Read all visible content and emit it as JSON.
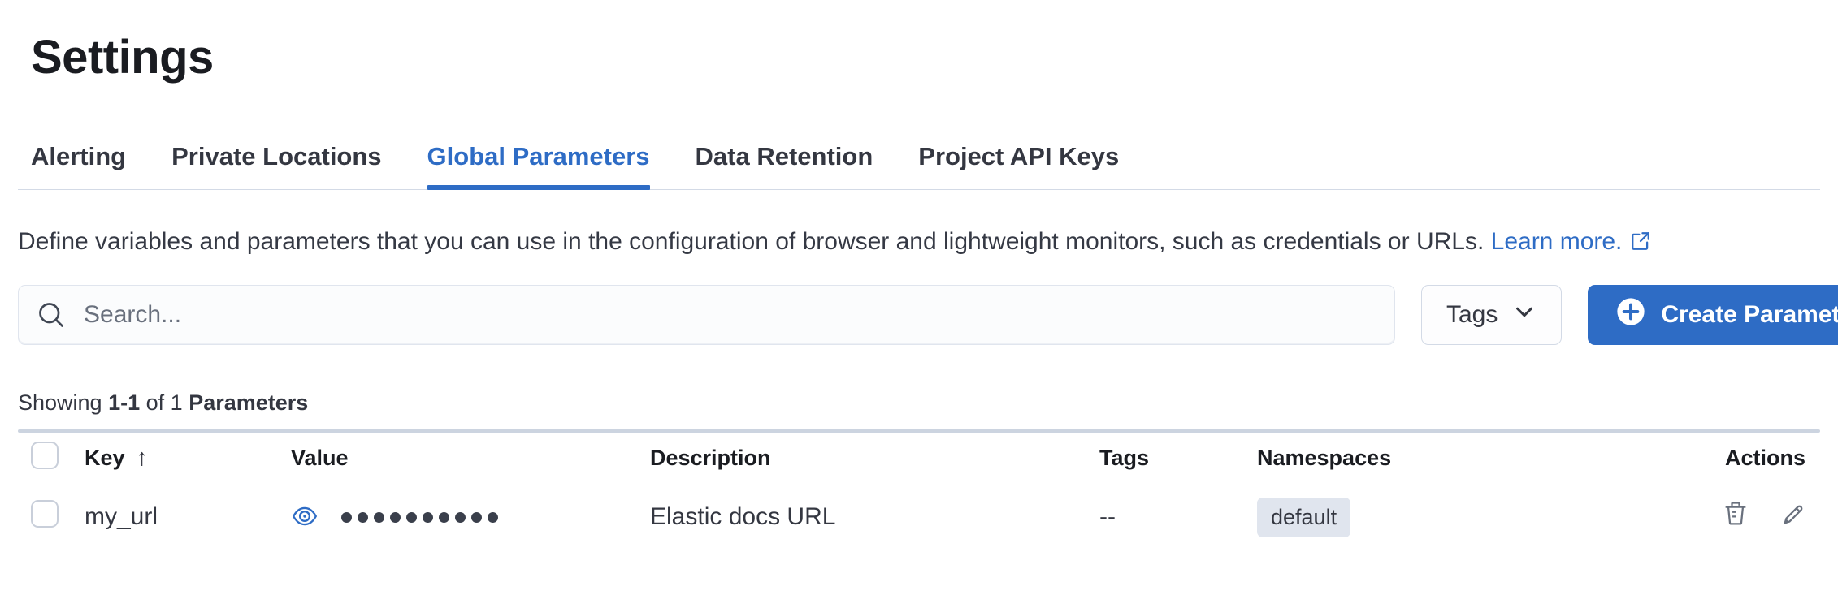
{
  "colors": {
    "accent": "#2e6cc5",
    "badge_bg": "#e0e5ee",
    "icon_gray": "#69707d"
  },
  "page": {
    "title": "Settings"
  },
  "tabs": [
    {
      "label": "Alerting",
      "active": false
    },
    {
      "label": "Private Locations",
      "active": false
    },
    {
      "label": "Global Parameters",
      "active": true
    },
    {
      "label": "Data Retention",
      "active": false
    },
    {
      "label": "Project API Keys",
      "active": false
    }
  ],
  "description": {
    "text": "Define variables and parameters that you can use in the configuration of browser and lightweight monitors, such as credentials or URLs.",
    "link_label": "Learn more."
  },
  "toolbar": {
    "search_placeholder": "Search...",
    "tags_label": "Tags",
    "create_label": "Create Parameter"
  },
  "summary": {
    "prefix": "Showing",
    "range": "1-1",
    "middle": "of 1",
    "entity": "Parameters"
  },
  "table": {
    "headers": {
      "key": "Key",
      "sort_arrow": "↑",
      "value": "Value",
      "description": "Description",
      "tags": "Tags",
      "namespaces": "Namespaces",
      "actions": "Actions"
    },
    "rows": [
      {
        "key": "my_url",
        "value_dots": 10,
        "description": "Elastic docs URL",
        "tags": "--",
        "namespaces": "default"
      }
    ]
  }
}
